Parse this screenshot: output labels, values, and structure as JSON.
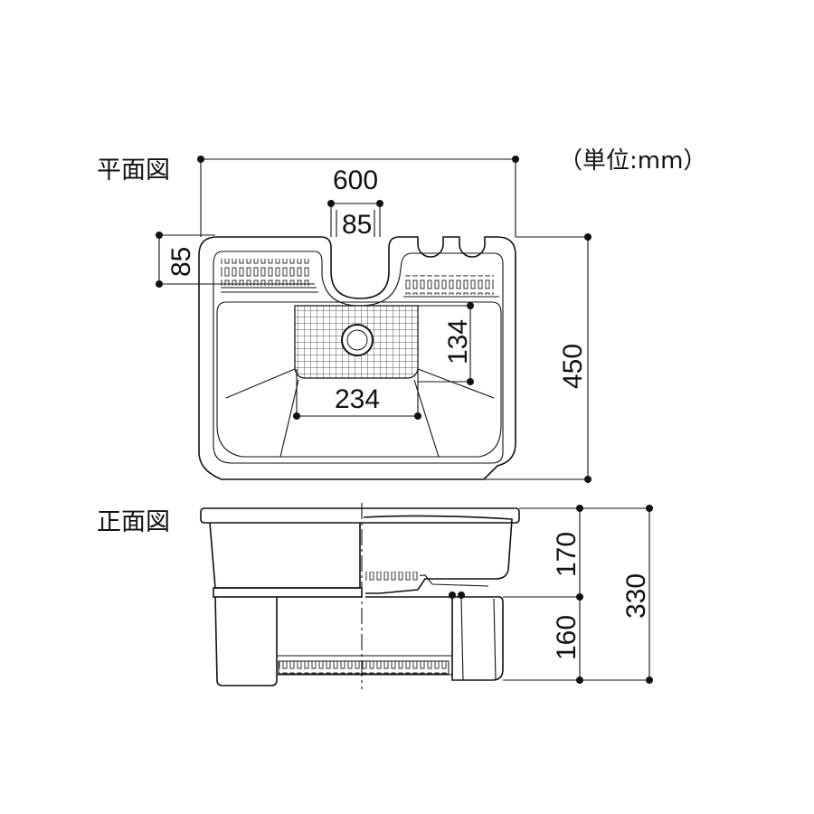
{
  "labels": {
    "plan_view": "平面図",
    "front_view": "正面図",
    "unit": "（単位:mm）"
  },
  "dimensions": {
    "width": "600",
    "faucet_notch": "85",
    "rim_depth": "85",
    "drain_depth": "134",
    "drain_width": "234",
    "depth": "450",
    "upper_height": "170",
    "lower_height": "160",
    "total_height": "330"
  },
  "colors": {
    "line": "#111111",
    "background": "#ffffff"
  }
}
